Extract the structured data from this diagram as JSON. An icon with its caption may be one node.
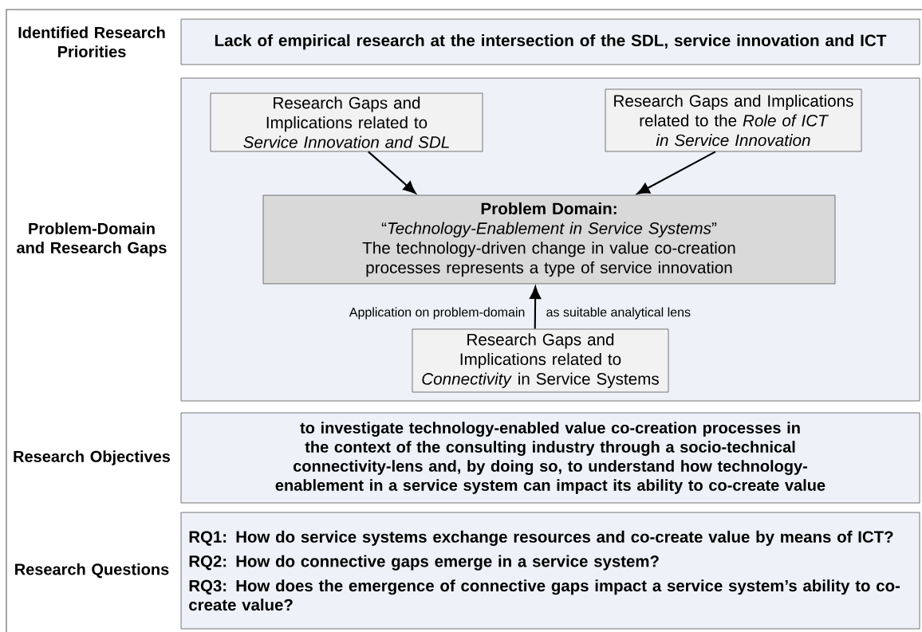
{
  "diagram": {
    "nodes": [
      {
        "text": [
          "Lack of empirical research at the intersection of the SDL, service innovation and ICT"
        ],
        "beside": [
          "Identified Research Priorities"
        ]
      },
      {
        "text": [],
        "shape": "box",
        "beside": [
          "Problem-Domain and Research Gaps"
        ]
      },
      {
        "text": [
          "Research Gaps and Implications related to *Service Innovation and SDL*"
        ],
        "in": 1
      },
      {
        "text": [
          "Research Gaps and Implications related to the *Role of ICT in Service Innovation*"
        ],
        "in": 1
      },
      {
        "text": [
          "Problem Domain:",
          "“*Technology-Enablement in Service Systems*”",
          "The technology-driven change in value co-creation processes represents a type of service innovation"
        ],
        "in": 1
      },
      {
        "text": [
          "Research Gaps and Implications related to *Connectivity* in Service Systems"
        ],
        "in": 1
      },
      {
        "text": [
          "to investigate technology-enabled value co-creation processes in the context of the consulting industry through a socio-technical connectivity-lens and, by doing so, to understand how technology-enablement in a service system can impact its ability to co-create value"
        ],
        "beside": [
          "Research Objectives"
        ]
      },
      {
        "text": [
          "RQ1: How do service systems exchange resources and co-create value by means of ICT?",
          "RQ2: How do connective gaps emerge in a service system?",
          "RQ3: How does the emergence of connective gaps impact a service system’s ability to co-create value?"
        ],
        "beside": [
          "Research Questions"
        ]
      }
    ],
    "edges": [
      {
        "from": 2,
        "to": 4,
        "arrow": "to"
      },
      {
        "from": 3,
        "to": 4,
        "arrow": "to"
      },
      {
        "from": 5,
        "to": 4,
        "arrow": "to"
      }
    ],
    "labels": [
      "Application on problem-domain",
      "as suitable analytical lens"
    ]
  }
}
